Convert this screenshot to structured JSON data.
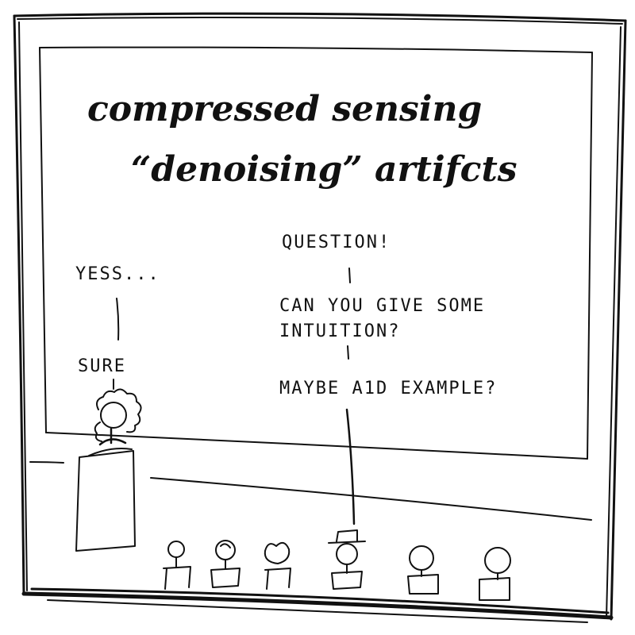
{
  "slide": {
    "title_line1": "compressed sensing",
    "title_line2": "“denoising” artifcts"
  },
  "dialogue": {
    "audience_q1": "QUESTION!",
    "audience_q2a": "CAN YOU GIVE SOME",
    "audience_q2b": "INTUITION?",
    "audience_q3": "MAYBE A1D EXAMPLE?",
    "speaker_r1": "YESS...",
    "speaker_r2": "SURE"
  }
}
